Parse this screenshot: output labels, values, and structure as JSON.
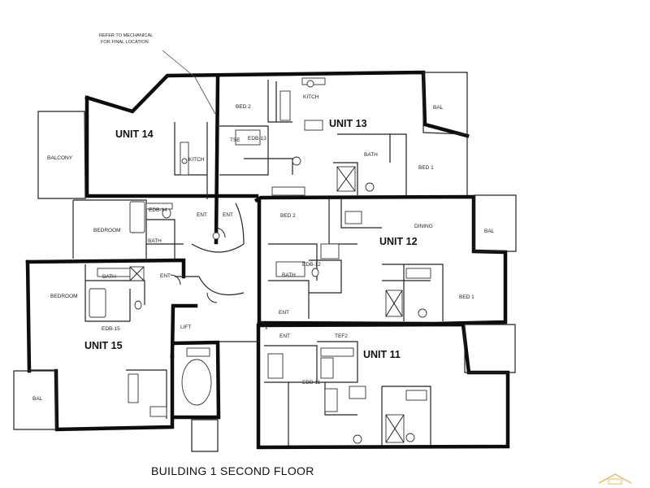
{
  "caption": "BUILDING 1 SECOND FLOOR",
  "note": {
    "line1": "REFER TO MECHANICAL",
    "line2": "FOR FINAL LOCATION"
  },
  "units": {
    "u11": "UNIT 11",
    "u12": "UNIT 12",
    "u13": "UNIT 13",
    "u14": "UNIT 14",
    "u15": "UNIT 15"
  },
  "rooms": {
    "u14_balcony": "BALCONY",
    "u14_bedroom": "BEDROOM",
    "u14_bath": "BATH",
    "u14_edb": "EDB-14",
    "u14_kitch": "KITCH",
    "u14_ent": "ENT",
    "u13_bed2": "BED 2",
    "u13_kitch": "KITCH",
    "u13_edb": "EDB-13",
    "u13_tse": "TSE",
    "u13_bath": "BATH",
    "u13_bed1": "BED 1",
    "u13_bal": "BAL",
    "u13_ent": "ENT",
    "u12_bed2": "BED 2",
    "u12_dining": "DINING",
    "u12_bal": "BAL",
    "u12_edb": "EDB-12",
    "u12_bath": "BATH",
    "u12_bed1": "BED 1",
    "u12_ent": "ENT",
    "u15_bedroom": "BEDROOM",
    "u15_bath": "BATH",
    "u15_edb": "EDB-15",
    "u15_ent": "ENT",
    "u15_bal": "BAL",
    "u11_ent": "ENT",
    "u11_tef": "TEF2",
    "u11_edb": "EDB-11",
    "lift": "LIFT"
  },
  "colors": {
    "wall": "#0d0d0d",
    "background": "#ffffff",
    "watermark": "#e8c27a"
  },
  "icons": {
    "watermark": "house-logo-icon"
  }
}
